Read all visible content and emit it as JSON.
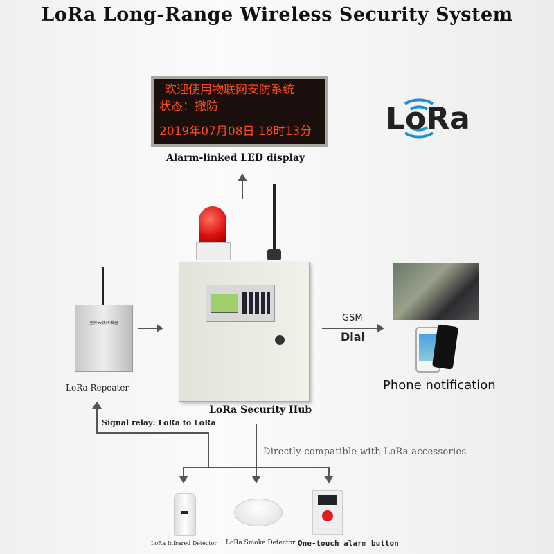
{
  "title": "LoRa Long-Range Wireless Security System",
  "led_display": {
    "line1": "欢迎使用物联网安防系统",
    "line2": "状态：撤防",
    "line3": "2019年07月08日  18时13分",
    "caption": "Alarm-linked LED display"
  },
  "logo": "LoRa",
  "repeater": {
    "label": "LoRa Repeater",
    "panel_text": "室外天线转发器"
  },
  "hub": {
    "label": "LoRa Security Hub"
  },
  "gsm": {
    "top": "GSM",
    "bottom": "Dial"
  },
  "phone": {
    "label": "Phone notification"
  },
  "relay_label": "Signal relay: LoRa to LoRa",
  "compat_label": "Directly compatible with LoRa accessories",
  "devices": [
    {
      "label": "LoRa Infrared Detector"
    },
    {
      "label": "LoRa Smoke Detector"
    },
    {
      "label": "One-touch alarm button"
    }
  ]
}
